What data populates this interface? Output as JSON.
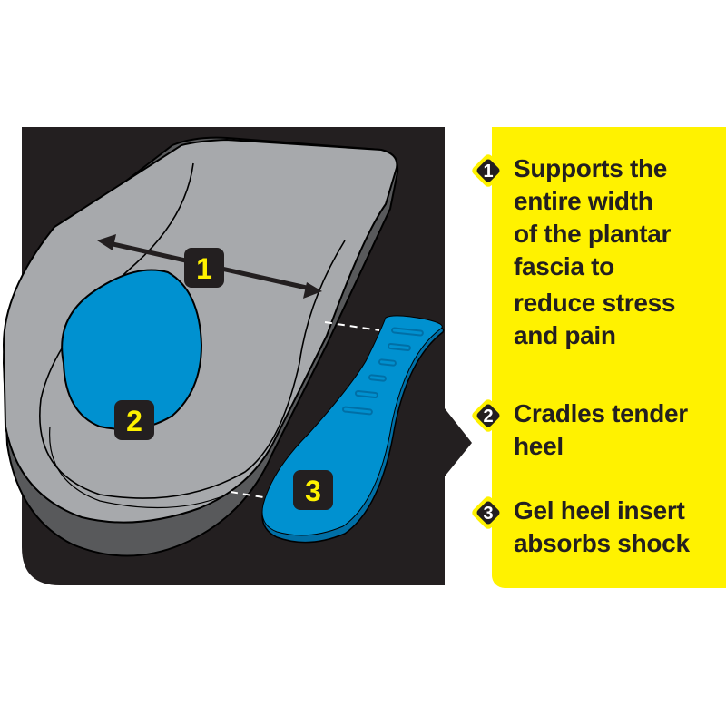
{
  "colors": {
    "panel_dark": "#231f20",
    "callout_yellow": "#fff200",
    "insole_grey": "#a7a9ac",
    "insole_base": "#58595b",
    "gel_blue": "#0091d0",
    "label_text_yellow": "#fff200"
  },
  "diagram": {
    "labels": [
      {
        "number": "1",
        "target": "plantar-fascia-width-arrow"
      },
      {
        "number": "2",
        "target": "heel-cradle-pad"
      },
      {
        "number": "3",
        "target": "gel-heel-insert"
      }
    ]
  },
  "features": [
    {
      "number": "1",
      "lines": [
        "Supports the",
        "entire width",
        "of the plantar",
        "fascia to",
        "reduce stress",
        "and pain"
      ]
    },
    {
      "number": "2",
      "lines": [
        "Cradles tender",
        "heel"
      ]
    },
    {
      "number": "3",
      "lines": [
        "Gel heel insert",
        "absorbs shock"
      ]
    }
  ]
}
